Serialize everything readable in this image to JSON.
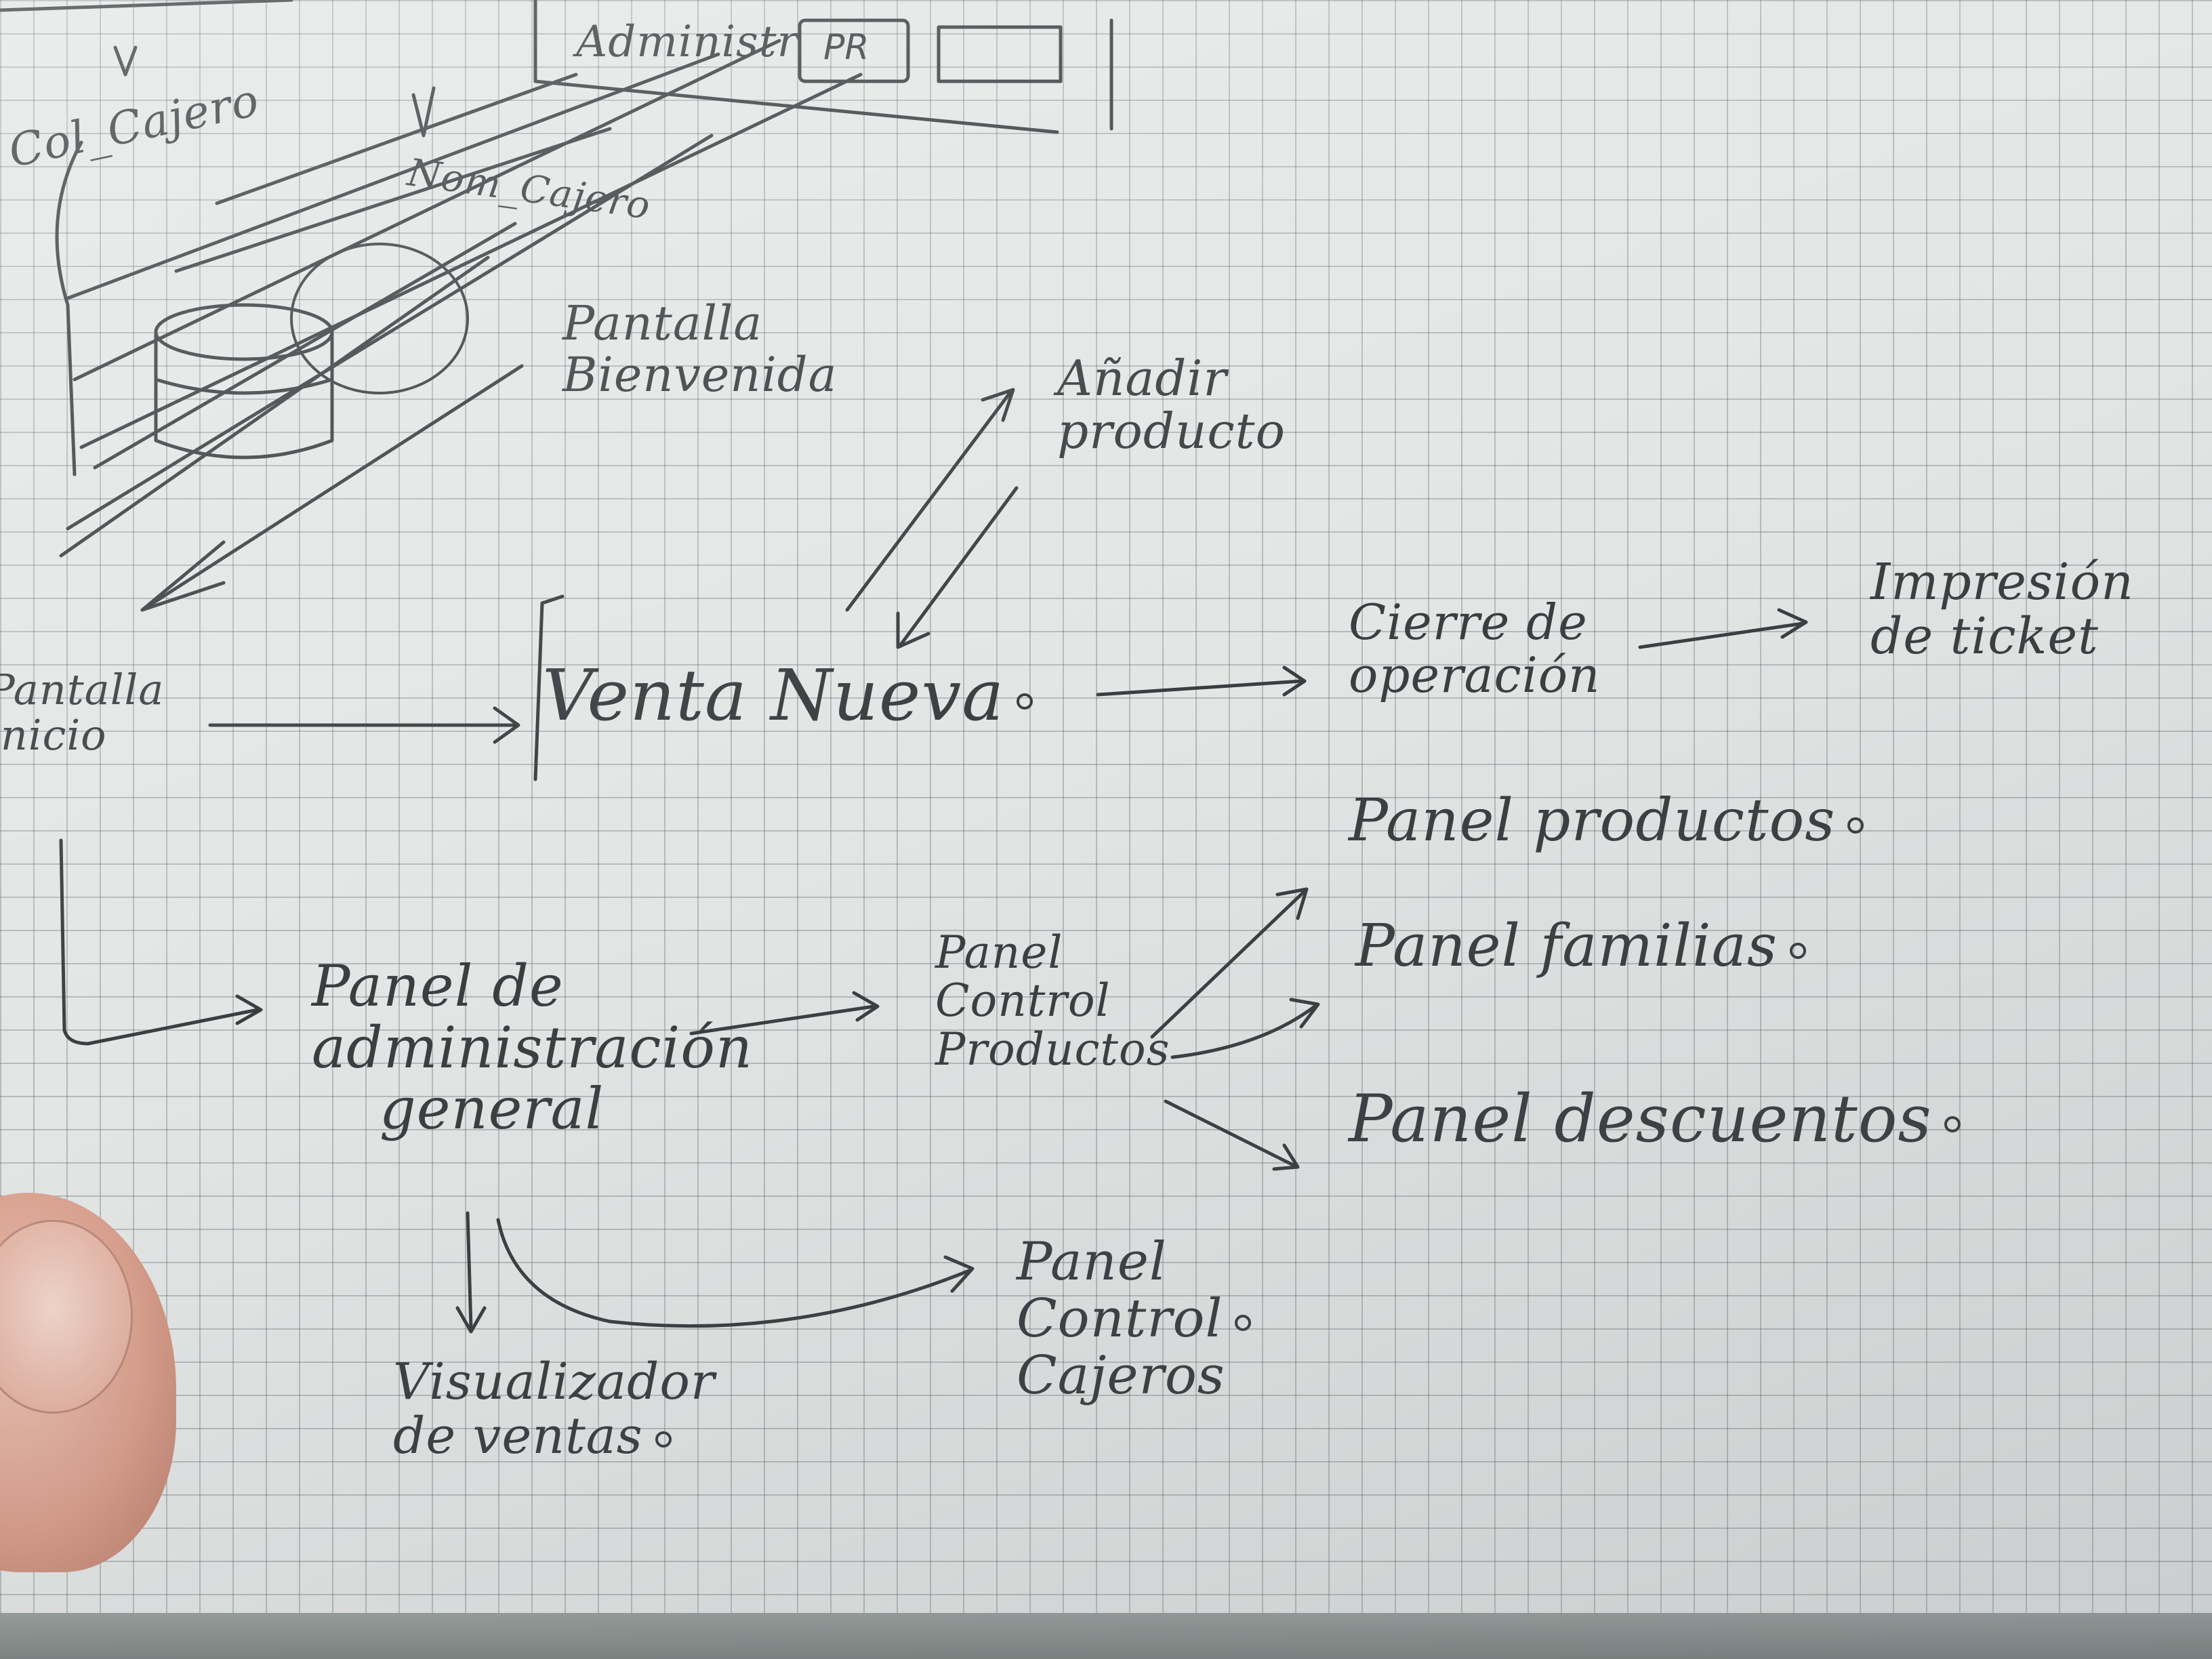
{
  "sketch": {
    "top": {
      "admin_label": "Administr",
      "pr_box": "PR",
      "col_cajero": "Col_Cajero",
      "nombre_cajero": "Nom_Cajero"
    },
    "pantalla_bienvenida": [
      "Pantalla",
      "Bienvenida"
    ],
    "pantalla_inicio": [
      "Pantalla",
      "inicio"
    ],
    "anadir_producto": [
      "Añadir",
      "producto"
    ],
    "venta_nueva": "Venta Nueva",
    "cierre_operacion": [
      "Cierre de",
      "operación"
    ],
    "impresion_ticket": [
      "Impresión",
      "de ticket"
    ],
    "panel_admin_general": [
      "Panel de",
      "administración",
      "general"
    ],
    "panel_control_productos": [
      "Panel",
      "Control",
      "Productos"
    ],
    "panel_productos": "Panel productos",
    "panel_familias": "Panel familias",
    "panel_descuentos": "Panel descuentos",
    "panel_control_cajeros": [
      "Panel",
      "Control",
      "Cajeros"
    ],
    "visualizador_ventas": [
      "Visualizador",
      "de ventas"
    ]
  },
  "colors": {
    "ink": "#3b3e41",
    "paper": "#e3e6e5",
    "grid": "#5f696e"
  }
}
